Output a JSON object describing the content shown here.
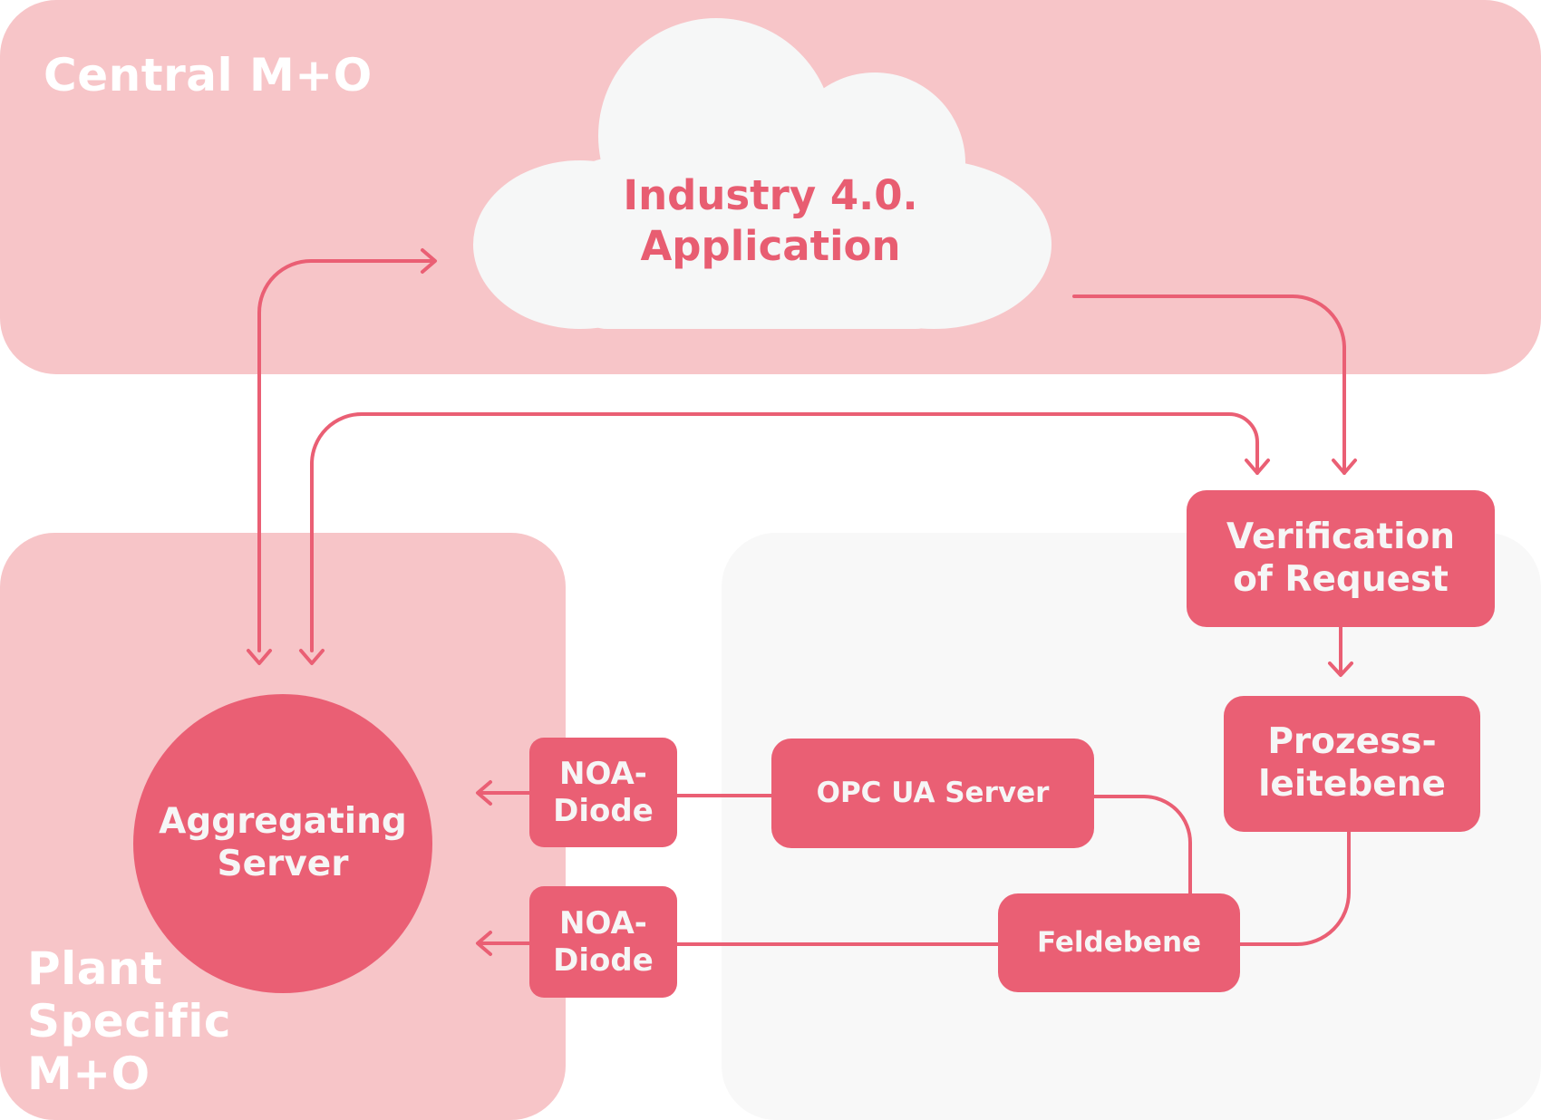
{
  "zones": {
    "central": {
      "title": "Central M+O"
    },
    "plant": {
      "title": "Plant\nSpecific\nM+O"
    }
  },
  "nodes": {
    "cloud": "Industry 4.0.\nApplication",
    "verification": "Verification\nof Request",
    "prozess": "Prozess-\nleitebene",
    "opc": "OPC UA Server",
    "feld": "Feldebene",
    "noa_top": "NOA-\nDiode",
    "noa_bottom": "NOA-\nDiode",
    "aggregating": "Aggregating\nServer"
  },
  "colors": {
    "zone_pink": "#f7c5c8",
    "zone_gray": "#f8f8f8",
    "cloud": "#f6f7f7",
    "accent": "#ea5f74",
    "text_light": "#f6f6f6"
  }
}
